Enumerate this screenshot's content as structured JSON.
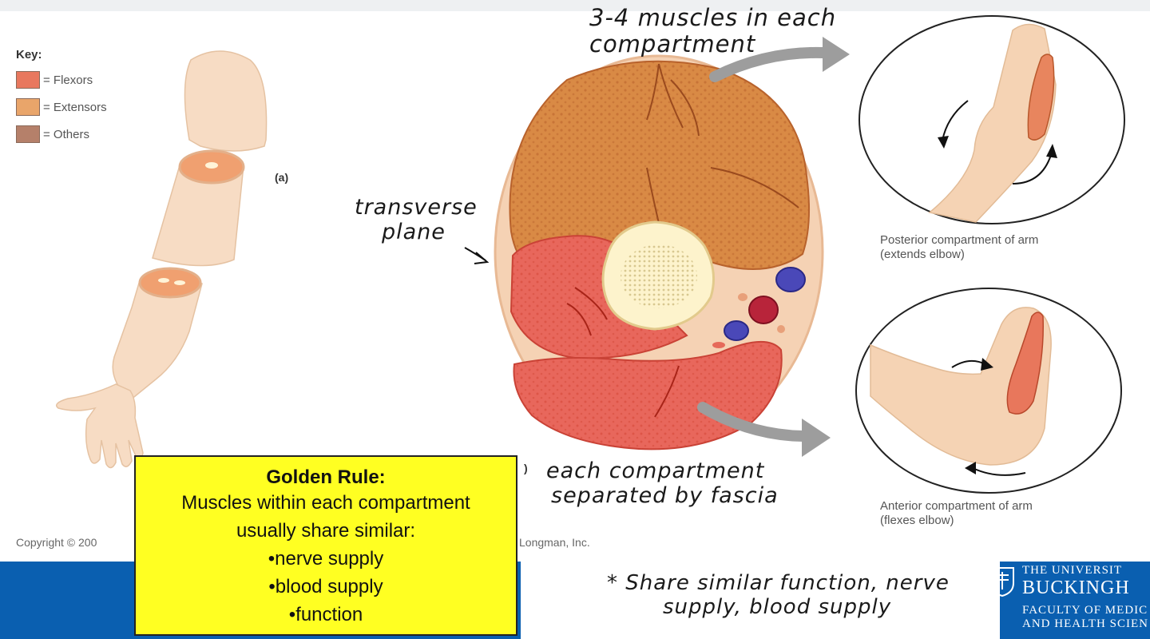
{
  "key": {
    "title": "Key:",
    "items": [
      {
        "label": "= Flexors",
        "color": "#e8785e"
      },
      {
        "label": "= Extensors",
        "color": "#e9a56a"
      },
      {
        "label": "= Others",
        "color": "#b5806a"
      }
    ]
  },
  "panel_label": "(a)",
  "panel_label_b": ")",
  "annotations": {
    "muscles_per_compartment": [
      "3-4 muscles in each",
      "compartment"
    ],
    "transverse_plane": [
      "transverse",
      "plane"
    ],
    "separated": [
      "each compartment",
      "separated by fascia"
    ],
    "share_similar": [
      "* Share similar function, nerve",
      "supply, blood supply"
    ]
  },
  "captions": {
    "posterior": [
      "Posterior compartment of arm",
      "(extends elbow)"
    ],
    "anterior": [
      "Anterior compartment of arm",
      "(flexes elbow)"
    ]
  },
  "copyright": {
    "start": "Copyright © 200",
    "end": "Longman, Inc."
  },
  "golden_rule": {
    "title": "Golden Rule:",
    "lines": [
      "Muscles within each compartment",
      "usually share similar:",
      "•nerve supply",
      "•blood supply",
      "•function"
    ]
  },
  "footer": {
    "university_lines": [
      "THE UNIVERSIT",
      "BUCKINGH",
      "FACULTY OF MEDIC",
      "AND HEALTH SCIEN"
    ],
    "color": "#0a5fb0"
  }
}
